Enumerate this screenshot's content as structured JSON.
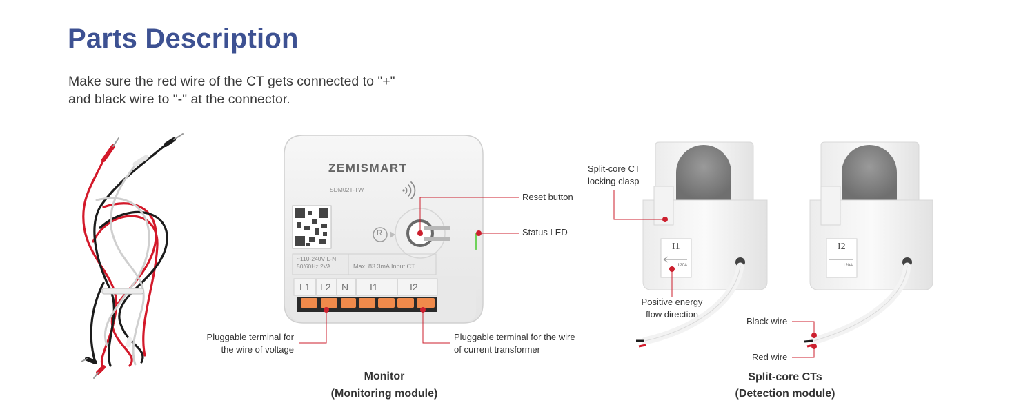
{
  "title": "Parts Description",
  "intro": {
    "line1": "Make sure the red wire of the CT gets connected to \"+\"",
    "line2": "and black wire to \"-\" at the connector."
  },
  "device": {
    "brand": "ZEMISMART",
    "model": "SDM02T-TW",
    "reset_letter": "R",
    "rating_line1": "~110-240V L-N",
    "rating_line2": "50/60Hz 2VA",
    "input_ct": "Max. 83.3mA Input CT",
    "terminals": [
      "L1",
      "L2",
      "N",
      "I1",
      "I2"
    ]
  },
  "labels": {
    "reset_button": "Reset button",
    "status_led": "Status LED",
    "voltage_terminal_line1": "Pluggable terminal for",
    "voltage_terminal_line2": "the wire of voltage",
    "ct_terminal_line1": "Pluggable terminal for the wire",
    "ct_terminal_line2": "of current transformer",
    "clasp_line1": "Split-core CT",
    "clasp_line2": "locking clasp",
    "flow_line1": "Positive energy",
    "flow_line2": "flow direction",
    "black_wire": "Black wire",
    "red_wire": "Red wire"
  },
  "ct": {
    "ct1_name": "I1",
    "ct2_name": "I2",
    "rating": "120A"
  },
  "captions": {
    "monitor_line1": "Monitor",
    "monitor_line2": "(Monitoring module)",
    "ct_line1": "Split-core CTs",
    "ct_line2": "(Detection module)"
  },
  "colors": {
    "title": "#3d5192",
    "callout": "#cc1f2e",
    "terminal_orange": "#f08a4b",
    "led_green": "#6fd25a"
  }
}
